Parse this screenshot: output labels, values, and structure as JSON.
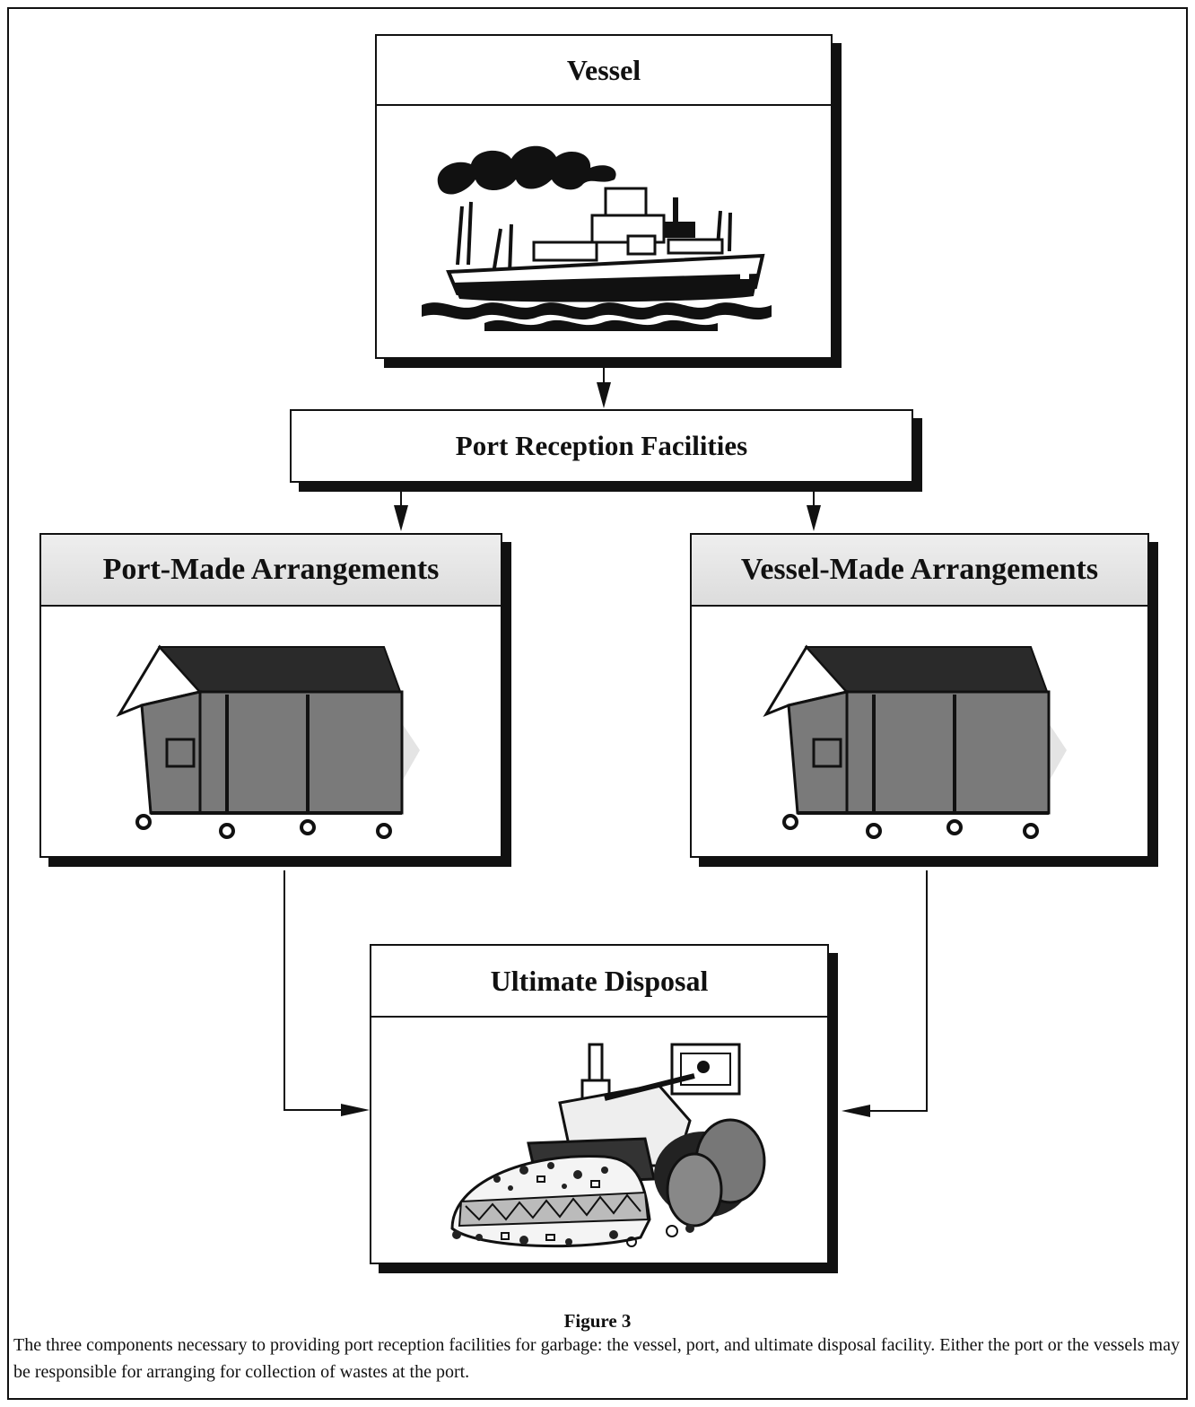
{
  "nodes": {
    "vessel": {
      "title": "Vessel",
      "icon": "cargo-ship-icon"
    },
    "port_reception": {
      "title": "Port Reception Facilities"
    },
    "port_made": {
      "title": "Port-Made Arrangements",
      "icon": "dumpster-icon"
    },
    "vessel_made": {
      "title": "Vessel-Made Arrangements",
      "icon": "dumpster-icon"
    },
    "ultimate": {
      "title": "Ultimate Disposal",
      "icon": "bulldozer-landfill-icon"
    }
  },
  "edges": [
    {
      "from": "vessel",
      "to": "port_reception"
    },
    {
      "from": "port_reception",
      "to": "port_made"
    },
    {
      "from": "port_reception",
      "to": "vessel_made"
    },
    {
      "from": "port_made",
      "to": "ultimate"
    },
    {
      "from": "vessel_made",
      "to": "ultimate"
    }
  ],
  "caption": {
    "label": "Figure 3",
    "text": "The three components necessary to providing port reception facilities for garbage: the vessel, port, and ultimate disposal facility. Either the port or the vessels may be responsible for arranging for collection of wastes at the port."
  },
  "colors": {
    "ink": "#111111",
    "panel_fill": "#777777",
    "header_shade": "#e2e2e2"
  }
}
